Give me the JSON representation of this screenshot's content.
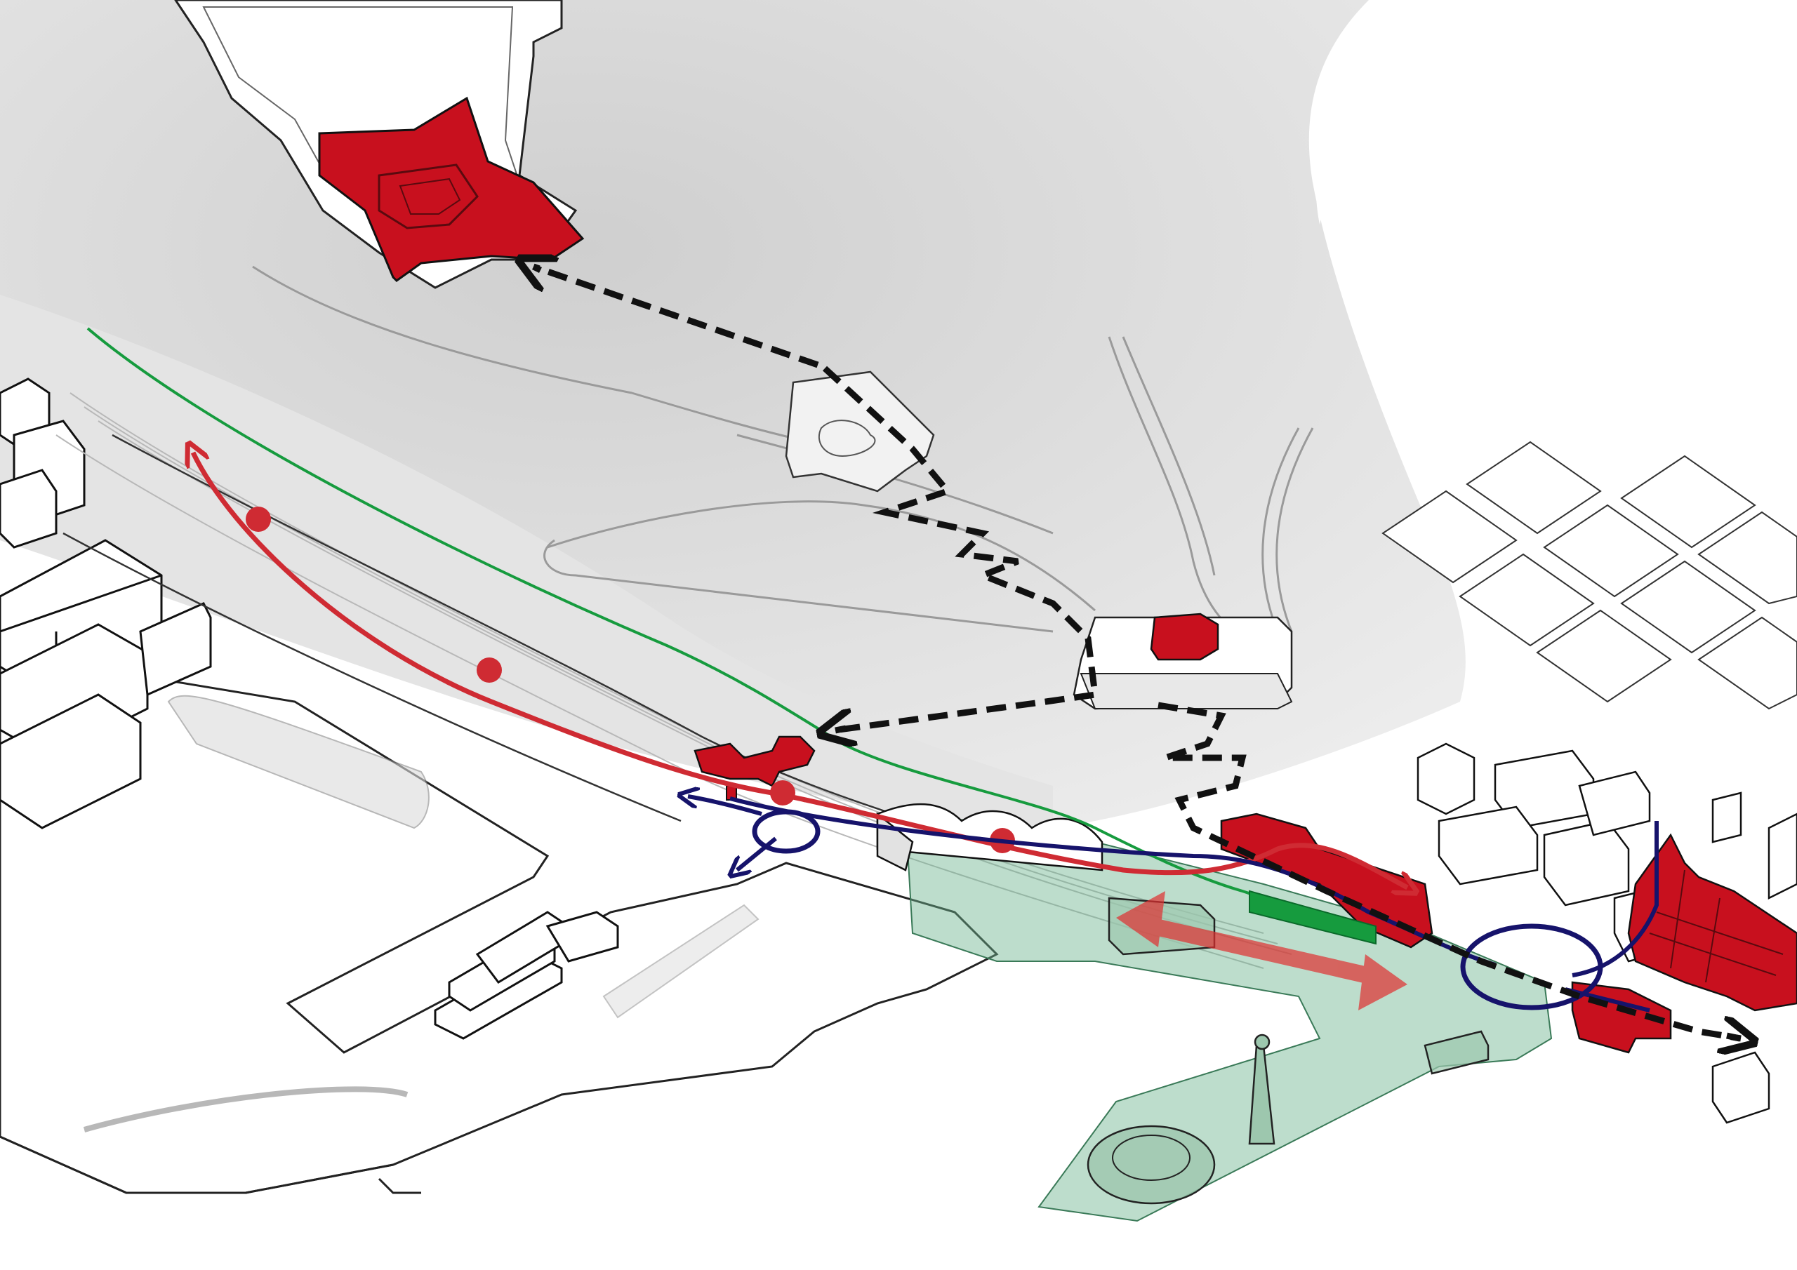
{
  "colors": {
    "background": "#ffffff",
    "hill": "#d6d6d6",
    "hill_light": "#e6e6e6",
    "ground": "#f4f4f4",
    "building_fill": "#ffffff",
    "building_side": "#d2d2d2",
    "outline": "#1a1a1a",
    "heritage_red": "#c8101e",
    "tram_red": "#cf2b33",
    "road_blue": "#16136b",
    "rail_green": "#169b3e",
    "path_black": "#111111",
    "plaza_green": "#6cb38e",
    "plaza_opacity": 0.45
  },
  "legend_items": [],
  "elements": {
    "heritage_buildings": [
      "fortress",
      "midslope-building",
      "station-building",
      "waterfront-block",
      "east-block",
      "east-complex"
    ],
    "routes": [
      "tram-route",
      "road-route",
      "rail-line",
      "pedestrian-path"
    ],
    "icons": [
      "roundabout-west-icon",
      "roundabout-east-icon",
      "bidirectional-arrow-icon",
      "tram-stop-icon"
    ]
  }
}
